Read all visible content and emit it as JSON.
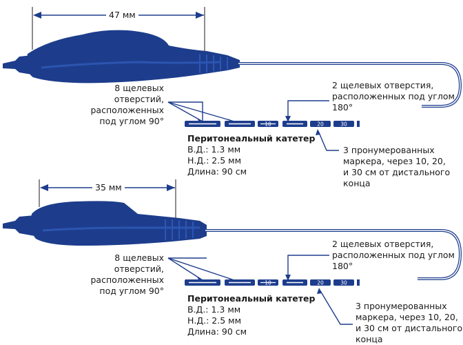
{
  "colors": {
    "body": "#1d3d8c",
    "tube": "#1d3d8c",
    "line": "#1d3d8c",
    "text": "#1a1a1a"
  },
  "catheters": [
    {
      "id": "top",
      "dimension": "47 мм",
      "side_holes_label": [
        "8 щелевых",
        "отверстий,",
        "расположенных",
        "под углом 90°"
      ],
      "end_holes_label": [
        "2 щелевых отверстия,",
        "расположенных под углом",
        "180°"
      ],
      "title": "Перитонеальный катетер",
      "specs": [
        "В.Д.: 1.3 мм",
        "Н.Д.: 2.5 мм",
        "Длина: 90 см"
      ],
      "markers_label": [
        "3 пронумерованных",
        "маркера, через 10, 20,",
        "и 30 см от дистального",
        "конца"
      ],
      "marker_numbers": [
        "10",
        "20",
        "30"
      ]
    },
    {
      "id": "bottom",
      "dimension": "35 мм",
      "side_holes_label": [
        "8 щелевых",
        "отверстий,",
        "расположенных",
        "под углом 90°"
      ],
      "end_holes_label": [
        "2 щелевых отверстия,",
        "расположенных под углом",
        "180°"
      ],
      "title": "Перитонеальный катетер",
      "specs": [
        "В.Д.: 1.3 мм",
        "Н.Д.: 2.5 мм",
        "Длина: 90 см"
      ],
      "markers_label": [
        "3 пронумерованных",
        "маркера, через 10, 20,",
        "и 30 см от дистального",
        "конца"
      ],
      "marker_numbers": [
        "10",
        "20",
        "30"
      ]
    }
  ]
}
